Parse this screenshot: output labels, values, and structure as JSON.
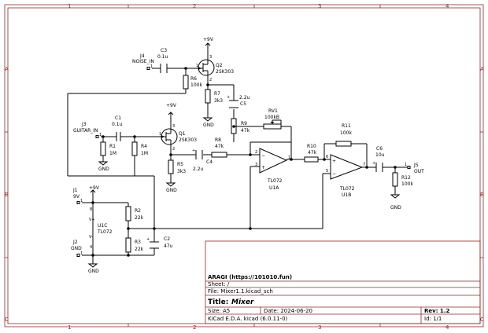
{
  "border": {
    "columns": [
      "1",
      "2",
      "3",
      "4"
    ],
    "rows": [
      "A",
      "B",
      "C"
    ]
  },
  "title_block": {
    "company": "ARAGI (https://101010.fun)",
    "sheet": "Sheet: /",
    "file": "File: Mixer1.1.kicad_sch",
    "title_label": "Title:",
    "title": "Mixer",
    "size": "Size: A5",
    "date": "Date: 2024-06-20",
    "rev": "Rev: 1.2",
    "tool": "KiCad E.D.A.  kicad (6.0.11-0)",
    "id": "Id: 1/1"
  },
  "components": {
    "j4": {
      "ref": "J4",
      "value": "NOISE_IN",
      "pin": "1"
    },
    "c3": {
      "ref": "C3",
      "value": "0.1u"
    },
    "q2": {
      "ref": "Q2",
      "value": "2SK303",
      "pin_g": "1",
      "pin_d": "3",
      "pin_s": "2"
    },
    "vcc_top": "+9V",
    "r6": {
      "ref": "R6",
      "value": "100k"
    },
    "r7": {
      "ref": "R7",
      "value": "3k3"
    },
    "gnd_r7": "GND",
    "c5": {
      "ref": "C5",
      "value": "2.2u"
    },
    "r9": {
      "ref": "R9",
      "value": "47k"
    },
    "rv1": {
      "ref": "RV1",
      "value": "100kB"
    },
    "j3": {
      "ref": "J3",
      "value": "GUITAR_IN",
      "pin": "1"
    },
    "c1": {
      "ref": "C1",
      "value": "0.1u"
    },
    "vcc_q1": "+9V",
    "q1": {
      "ref": "Q1",
      "value": "2SK303",
      "pin_g": "1",
      "pin_d": "3",
      "pin_s": "2"
    },
    "r1": {
      "ref": "R1",
      "value": "1M"
    },
    "r4": {
      "ref": "R4",
      "value": "1M"
    },
    "gnd_r1": "GND",
    "r5": {
      "ref": "R5",
      "value": "3k3"
    },
    "gnd_r5": "GND",
    "c4": {
      "ref": "C4",
      "value": "2.2u"
    },
    "r8": {
      "ref": "R8",
      "value": "47k"
    },
    "u1a": {
      "ref": "U1A",
      "value": "TL072",
      "pin_inv": "2",
      "pin_noninv": "3",
      "pin_out": "1"
    },
    "r10": {
      "ref": "R10",
      "value": "47k"
    },
    "r11": {
      "ref": "R11",
      "value": "100k"
    },
    "u1b": {
      "ref": "U1B",
      "value": "TL072",
      "pin_noninv": "5",
      "pin_inv": "6",
      "pin_out": "7"
    },
    "c6": {
      "ref": "C6",
      "value": "10u"
    },
    "j5": {
      "ref": "J5",
      "value": "OUT",
      "pin": "1"
    },
    "r12": {
      "ref": "R12",
      "value": "100k"
    },
    "gnd_r12": "GND",
    "j1": {
      "ref": "J1",
      "value": "9V",
      "pin": "1"
    },
    "vcc_j1": "+9V",
    "u1c": {
      "ref": "U1C",
      "value": "TL072",
      "pin_vp": "8",
      "pin_vm": "4",
      "vp": "V+",
      "vm": "V-"
    },
    "r2": {
      "ref": "R2",
      "value": "22k"
    },
    "r3": {
      "ref": "R3",
      "value": "22k"
    },
    "c2": {
      "ref": "C2",
      "value": "47u"
    },
    "j2": {
      "ref": "J2",
      "value": "GND",
      "pin": "1"
    },
    "gnd_bottom": "GND"
  }
}
